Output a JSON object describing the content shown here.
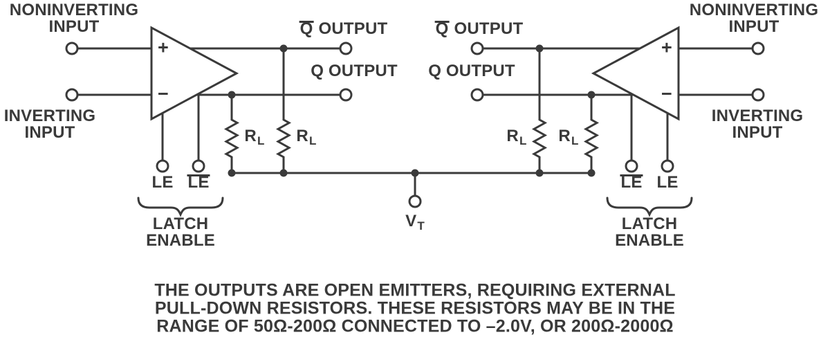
{
  "figure": {
    "ink_color": "#3a3a3a",
    "background": "#ffffff"
  },
  "left": {
    "noninverting_line1": "NONINVERTING",
    "noninverting_line2": "INPUT",
    "inverting_line1": "INVERTING",
    "inverting_line2": "INPUT",
    "plus_sign": "+",
    "minus_sign": "−",
    "qbar_letter": "Q",
    "qbar_word": "OUTPUT",
    "q_label": "Q OUTPUT",
    "le_label": "LE",
    "lebar_label": "LE",
    "latch_line1": "LATCH",
    "latch_line2": "ENABLE"
  },
  "right": {
    "noninverting_line1": "NONINVERTING",
    "noninverting_line2": "INPUT",
    "inverting_line1": "INVERTING",
    "inverting_line2": "INPUT",
    "plus_sign": "+",
    "minus_sign": "−",
    "qbar_letter": "Q",
    "qbar_word": "OUTPUT",
    "q_label": "Q OUTPUT",
    "le_label": "LE",
    "lebar_label": "LE",
    "latch_line1": "LATCH",
    "latch_line2": "ENABLE"
  },
  "resistor": {
    "letter": "R",
    "subscript": "L"
  },
  "termination": {
    "letter": "V",
    "subscript": "T"
  },
  "note": {
    "line1": "THE OUTPUTS ARE OPEN EMITTERS, REQUIRING EXTERNAL",
    "line2": "PULL-DOWN RESISTORS. THESE RESISTORS MAY BE IN THE",
    "line3": "RANGE OF 50Ω-200Ω CONNECTED TO –2.0V, OR 200Ω-2000Ω"
  }
}
